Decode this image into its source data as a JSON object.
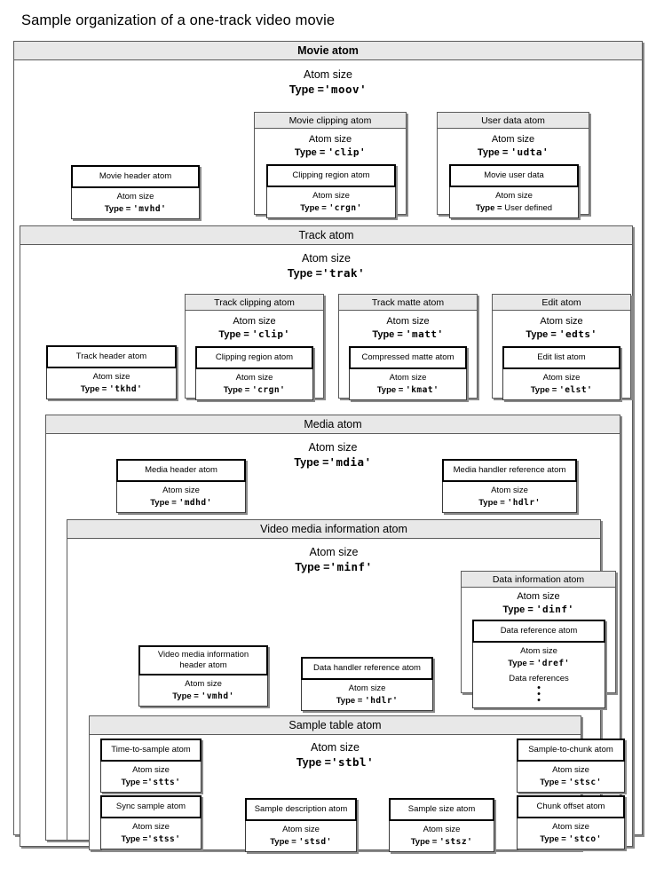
{
  "title": "Sample organization of a one-track video movie",
  "labels": {
    "atom_size": "Atom size",
    "type_prefix": "Type = ",
    "data_references": "Data references"
  },
  "movie_atom": {
    "header": "Movie atom",
    "atom_size": "Atom size",
    "type_label": "Type =",
    "type_value": "'moov'",
    "children": {
      "movie_header": {
        "header": "Movie header atom",
        "atom_size": "Atom size",
        "type_label": "Type = ",
        "type_value": "'mvhd'"
      },
      "movie_clipping": {
        "header": "Movie clipping atom",
        "atom_size": "Atom size",
        "type_label": "Type = ",
        "type_value": "'clip'",
        "child": {
          "header": "Clipping region atom",
          "atom_size": "Atom size",
          "type_label": "Type = ",
          "type_value": "'crgn'"
        }
      },
      "user_data": {
        "header": "User data atom",
        "atom_size": "Atom size",
        "type_label": "Type = ",
        "type_value": "'udta'",
        "child": {
          "header": "Movie user data",
          "atom_size": "Atom size",
          "type_label": "Type = ",
          "type_value": "User defined"
        }
      }
    }
  },
  "track_atom": {
    "header": "Track atom",
    "atom_size": "Atom size",
    "type_label": "Type =",
    "type_value": "'trak'",
    "children": {
      "track_header": {
        "header": "Track header atom",
        "atom_size": "Atom size",
        "type_label": "Type = ",
        "type_value": "'tkhd'"
      },
      "track_clipping": {
        "header": "Track clipping atom",
        "atom_size": "Atom size",
        "type_label": "Type = ",
        "type_value": "'clip'",
        "child": {
          "header": "Clipping region atom",
          "atom_size": "Atom size",
          "type_label": "Type = ",
          "type_value": "'crgn'"
        }
      },
      "track_matte": {
        "header": "Track matte atom",
        "atom_size": "Atom size",
        "type_label": "Type = ",
        "type_value": "'matt'",
        "child": {
          "header": "Compressed matte atom",
          "atom_size": "Atom size",
          "type_label": "Type = ",
          "type_value": "'kmat'"
        }
      },
      "edit": {
        "header": "Edit atom",
        "atom_size": "Atom size",
        "type_label": "Type = ",
        "type_value": "'edts'",
        "child": {
          "header": "Edit list atom",
          "atom_size": "Atom size",
          "type_label": "Type = ",
          "type_value": "'elst'"
        }
      }
    }
  },
  "media_atom": {
    "header": "Media atom",
    "atom_size": "Atom size",
    "type_label": "Type =",
    "type_value": "'mdia'",
    "children": {
      "media_header": {
        "header": "Media header atom",
        "atom_size": "Atom size",
        "type_label": "Type = ",
        "type_value": "'mdhd'"
      },
      "media_handler": {
        "header": "Media handler reference atom",
        "atom_size": "Atom size",
        "type_label": "Type = ",
        "type_value": "'hdlr'"
      }
    }
  },
  "video_media_info_atom": {
    "header": "Video media information atom",
    "atom_size": "Atom size",
    "type_label": "Type =",
    "type_value": "'minf'",
    "children": {
      "vmhd": {
        "header_line1": "Video media information",
        "header_line2": "header atom",
        "atom_size": "Atom size",
        "type_label": "Type = ",
        "type_value": "'vmhd'"
      },
      "data_handler": {
        "header": "Data handler reference atom",
        "atom_size": "Atom size",
        "type_label": "Type = ",
        "type_value": "'hdlr'"
      },
      "data_information": {
        "header": "Data information atom",
        "atom_size": "Atom size",
        "type_label": "Type = ",
        "type_value": "'dinf'",
        "child": {
          "header": "Data reference atom",
          "atom_size": "Atom size",
          "type_label": "Type = ",
          "type_value": "'dref'",
          "extra": "Data references"
        }
      }
    }
  },
  "sample_table_atom": {
    "header": "Sample table atom",
    "atom_size": "Atom size",
    "type_label": "Type =",
    "type_value": "'stbl'",
    "children": [
      {
        "header": "Time-to-sample  atom",
        "atom_size": "Atom size",
        "type_label": "Type =",
        "type_value": "'stts'"
      },
      {
        "header": "Sync sample atom",
        "atom_size": "Atom size",
        "type_label": "Type =",
        "type_value": "'stss'"
      },
      {
        "header": "Sample description atom",
        "atom_size": "Atom size",
        "type_label": "Type = ",
        "type_value": "'stsd'"
      },
      {
        "header": "Sample size atom",
        "atom_size": "Atom size",
        "type_label": "Type = ",
        "type_value": "'stsz'"
      },
      {
        "header": "Sample-to-chunk atom",
        "atom_size": "Atom size",
        "type_label": "Type = ",
        "type_value": "'stsc'"
      },
      {
        "header": "Chunk offset atom",
        "atom_size": "Atom size",
        "type_label": "Type = ",
        "type_value": "'stco'"
      }
    ]
  },
  "colors": {
    "header_bg": "#e8e8e8",
    "border": "#5b5b5b",
    "shadow": "#8a8a8a",
    "leaf_border": "#000000"
  }
}
